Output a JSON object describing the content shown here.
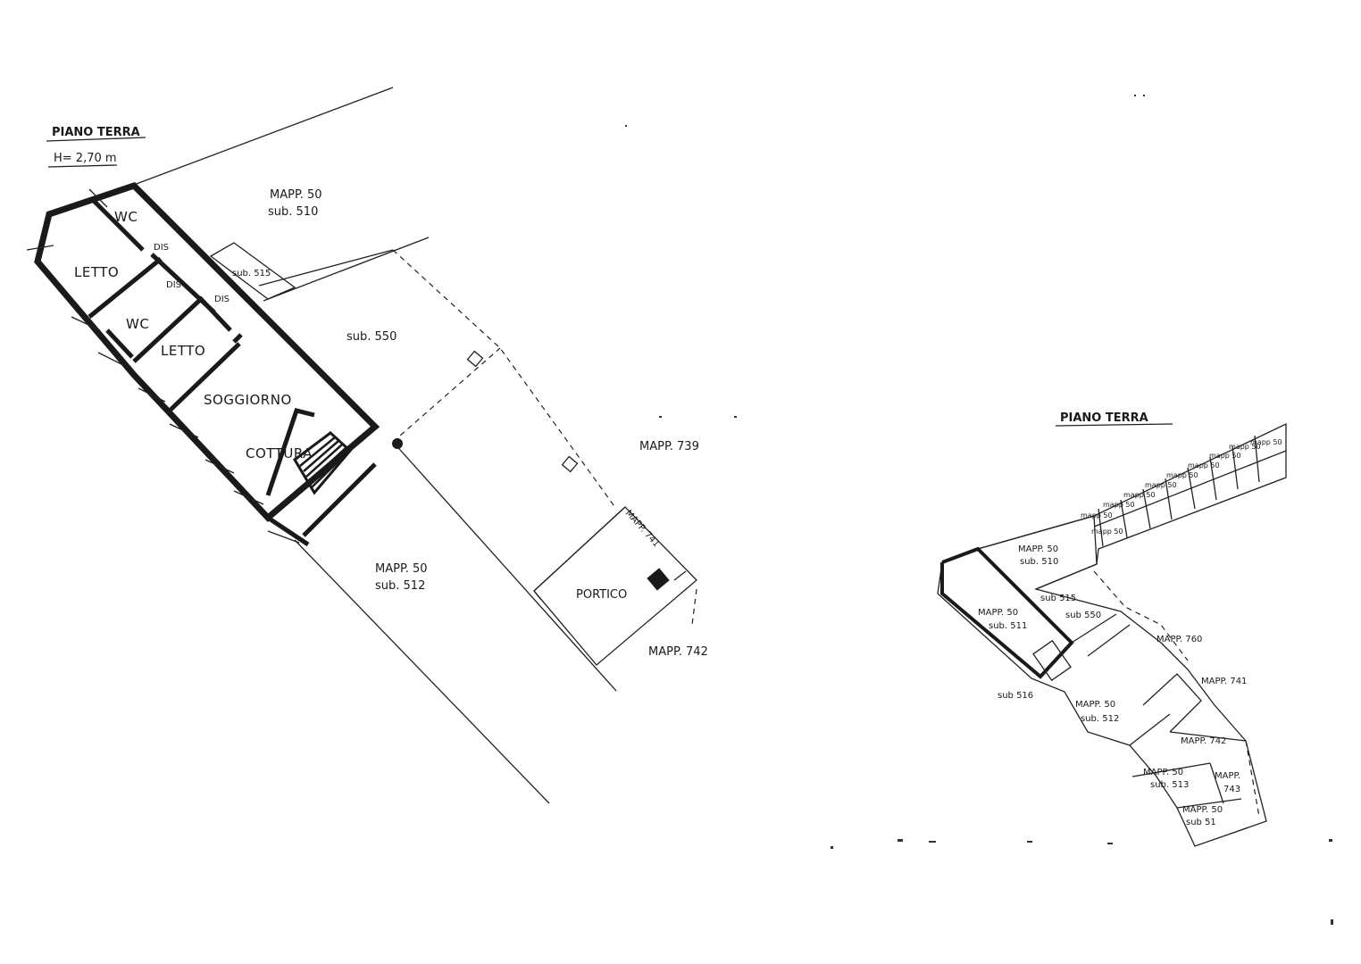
{
  "left_plan": {
    "title": "PIANO TERRA",
    "height": "H= 2,70 m",
    "rooms": {
      "wc_top": "WC",
      "letto_1": "LETTO",
      "dis_1": "DIS",
      "dis_2": "DIS",
      "dis_3": "DIS",
      "wc_mid": "WC",
      "letto_2": "LETTO",
      "soggiorno": "SOGGIORNO",
      "cottura": "COTTURA",
      "portico": "PORTICO"
    },
    "parcels": {
      "mapp50_a": "MAPP. 50",
      "sub510": "sub. 510",
      "sub515": "sub. 515",
      "sub550": "sub. 550",
      "mapp739": "MAPP. 739",
      "mapp741": "MAPP. 741",
      "mapp50_b": "MAPP. 50",
      "sub512": "sub. 512",
      "mapp742": "MAPP. 742"
    }
  },
  "right_plan": {
    "title": "PIANO TERRA",
    "labels": {
      "mapp50_510": "MAPP. 50",
      "sub510": "sub. 510",
      "sub515": "sub 515",
      "sub550": "sub 550",
      "mapp50_511": "MAPP. 50",
      "sub511": "sub. 511",
      "mapp760": "MAPP. 760",
      "sub516": "sub 516",
      "mapp50_512": "MAPP. 50",
      "sub512": "sub. 512",
      "mapp741": "MAPP. 741",
      "mapp742": "MAPP. 742",
      "mapp50_513": "MAPP. 50",
      "sub513": "sub. 513",
      "mapp743a": "MAPP.",
      "mapp743b": "743",
      "mapp50_51x": "MAPP. 50",
      "sub51x": "sub 51"
    },
    "strip_labels": [
      "mapp 50",
      "mapp 50",
      "mapp 50",
      "mapp 50",
      "mapp 50",
      "mapp 50",
      "mapp 50",
      "mapp 50",
      "mapp 50",
      "mapp 50"
    ]
  },
  "colors": {
    "ink": "#1a1a1a",
    "paper": "#ffffff"
  }
}
